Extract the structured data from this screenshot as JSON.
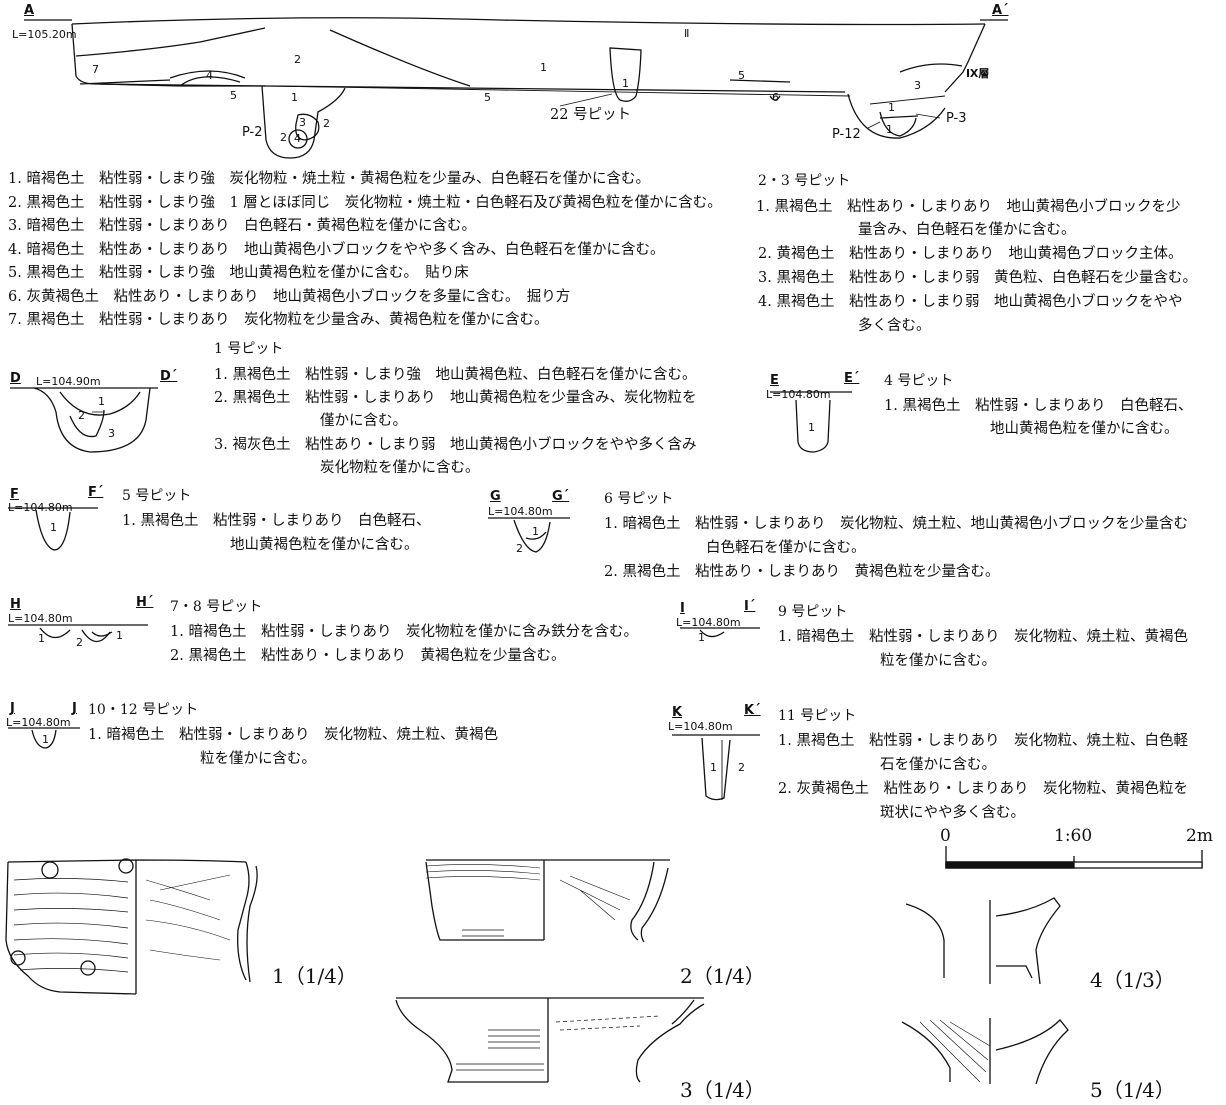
{
  "main_section": {
    "label_a": "A",
    "label_a2": "A´",
    "elev": "L=105.20m",
    "layer_labels": [
      "Ⅱ",
      "1",
      "2",
      "7",
      "4",
      "5",
      "5",
      "1",
      "3",
      "2",
      "4",
      "2",
      "1",
      "5",
      "6",
      "3",
      "1",
      "1",
      "Ⅸ層"
    ],
    "pit_p2": "P-2",
    "pit_22": "22 号ピット",
    "pit_p12": "P-12",
    "pit_p3": "P-3"
  },
  "main_legend": [
    "1. 暗褐色土　粘性弱・しまり強　炭化物粒・焼土粒・黄褐色粒を少量み、白色軽石を僅かに含む。",
    "2. 黒褐色土　粘性弱・しまり強　1 層とほぼ同じ　炭化物粒・焼土粒・白色軽石及び黄褐色粒を僅かに含む。",
    "3. 暗褐色土　粘性弱・しまりあり　白色軽石・黄褐色粒を僅かに含む。",
    "4. 暗褐色土　粘性あ・しまりあり　地山黄褐色小ブロックをやや多く含み、白色軽石を僅かに含む。",
    "5. 黒褐色土　粘性弱・しまり強　地山黄褐色粒を僅かに含む。　貼り床",
    "6. 灰黄褐色土　粘性あり・しまりあり　地山黄褐色小ブロックを多量に含む。　掘り方",
    "7. 黒褐色土　粘性弱・しまりあり　炭化物粒を少量含み、黄褐色粒を僅かに含む。"
  ],
  "pit23": {
    "title": "2・3 号ピット",
    "lines": [
      "1. 黒褐色土　粘性あり・しまりあり　地山黄褐色小ブロックを少",
      "量含み、白色軽石を僅かに含む。",
      "2. 黄褐色土　粘性あり・しまりあり　地山黄褐色ブロック主体。",
      "3. 黒褐色土　粘性あり・しまり弱　黄色粒、白色軽石を少量含む。",
      "4. 黒褐色土　粘性あり・しまり弱　地山黄褐色小ブロックをやや",
      "多く含む。"
    ]
  },
  "pit1": {
    "label_d": "D",
    "label_d2": "D´",
    "elev": "L=104.90m",
    "layers": [
      "1",
      "2",
      "3"
    ],
    "title": "1 号ピット",
    "lines": [
      "1. 黒褐色土　粘性弱・しまり強　地山黄褐色粒、白色軽石を僅かに含む。",
      "2. 黒褐色土　粘性弱・しまりあり　地山黄褐色粒を少量含み、炭化物粒を",
      "僅かに含む。",
      "3. 褐灰色土　粘性あり・しまり弱　地山黄褐色小ブロックをやや多く含み",
      "炭化物粒を僅かに含む。"
    ]
  },
  "pit4": {
    "label_e": "E",
    "label_e2": "E´",
    "elev": "L=104.80m",
    "layers": [
      "1"
    ],
    "title": "4 号ピット",
    "lines": [
      "1. 黒褐色土　粘性弱・しまりあり　白色軽石、",
      "地山黄褐色粒を僅かに含む。"
    ]
  },
  "pit5": {
    "label_f": "F",
    "label_f2": "F´",
    "elev": "L=104.80m",
    "layers": [
      "1"
    ],
    "title": "5 号ピット",
    "lines": [
      "1. 黒褐色土　粘性弱・しまりあり　白色軽石、",
      "地山黄褐色粒を僅かに含む。"
    ]
  },
  "pit6": {
    "label_g": "G",
    "label_g2": "G´",
    "elev": "L=104.80m",
    "layers": [
      "1",
      "2"
    ],
    "title": "6 号ピット",
    "lines": [
      "1. 暗褐色土　粘性弱・しまりあり　炭化物粒、焼土粒、地山黄褐色小ブロックを少量含む",
      "白色軽石を僅かに含む。",
      "2. 黒褐色土　粘性あり・しまりあり　黄褐色粒を少量含む。"
    ]
  },
  "pit78": {
    "label_h": "H",
    "label_h2": "H´",
    "elev": "L=104.80m",
    "layers": [
      "1",
      "2",
      "1"
    ],
    "title": "7・8 号ピット",
    "lines": [
      "1. 暗褐色土　粘性弱・しまりあり　炭化物粒を僅かに含み鉄分を含む。",
      "2. 黒褐色土　粘性あり・しまりあり　黄褐色粒を少量含む。"
    ]
  },
  "pit9": {
    "label_i": "I",
    "label_i2": "I´",
    "elev": "L=104.80m",
    "layers": [
      "1"
    ],
    "title": "9 号ピット",
    "lines": [
      "1. 暗褐色土　粘性弱・しまりあり　炭化物粒、焼土粒、黄褐色",
      "粒を僅かに含む。"
    ]
  },
  "pit1012": {
    "label_j": "J",
    "label_j2": "J",
    "elev": "L=104.80m",
    "layers": [
      "1"
    ],
    "title": "10・12 号ピット",
    "lines": [
      "1. 暗褐色土　粘性弱・しまりあり　炭化物粒、焼土粒、黄褐色",
      "粒を僅かに含む。"
    ]
  },
  "pit11": {
    "label_k": "K",
    "label_k2": "K´",
    "elev": "L=104.80m",
    "layers": [
      "1",
      "2"
    ],
    "title": "11 号ピット",
    "lines": [
      "1. 黒褐色土　粘性弱・しまりあり　炭化物粒、焼土粒、白色軽",
      "石を僅かに含む。",
      "2. 灰黄褐色土　粘性あり・しまりあり　炭化物粒、黄褐色粒を",
      "斑状にやや多く含む。"
    ]
  },
  "scale_bar": {
    "start": "0",
    "mid": "1:60",
    "end": "2m"
  },
  "artifacts": [
    {
      "label": "1（1/4）"
    },
    {
      "label": "2（1/4）"
    },
    {
      "label": "3（1/4）"
    },
    {
      "label": "4（1/3）"
    },
    {
      "label": "5（1/4）"
    }
  ]
}
